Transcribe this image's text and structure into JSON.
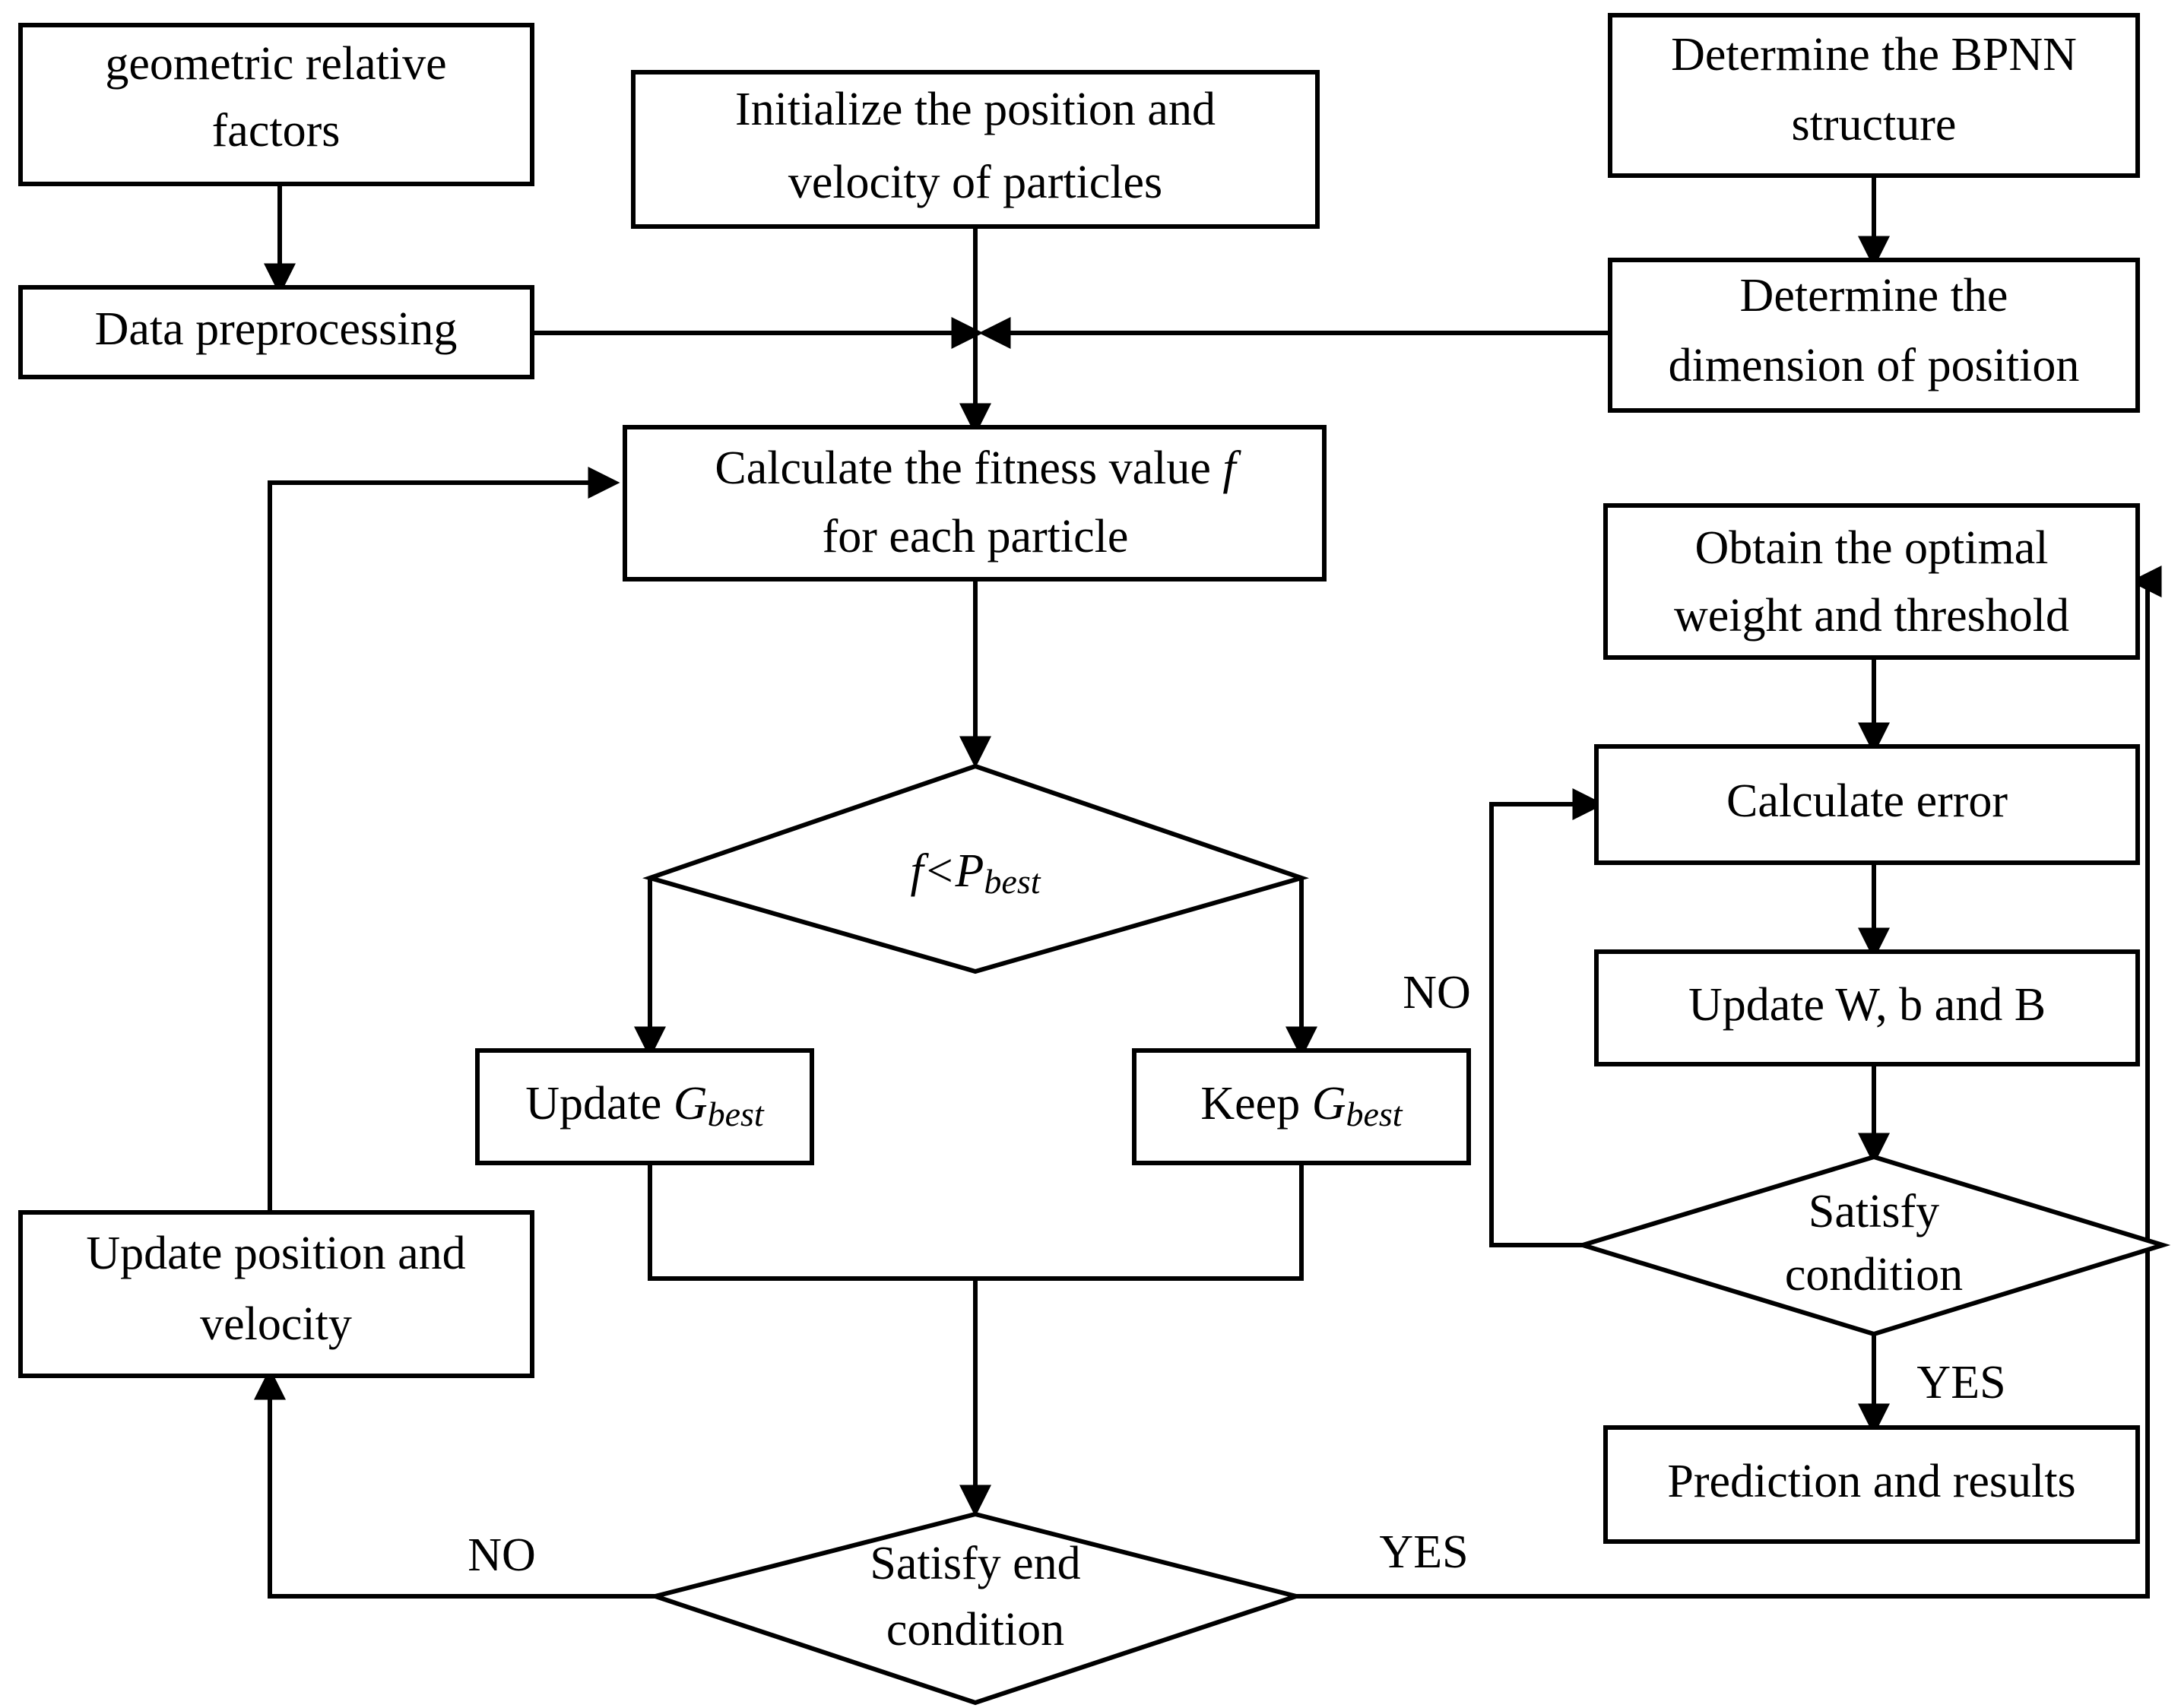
{
  "diagram": {
    "title": "PSO-BPNN hybrid algorithm flowchart",
    "background": "#ffffff",
    "line_color": "#000000",
    "nodes": {
      "geometric_relative_factors": {
        "lines": [
          "geometric relative",
          "factors"
        ],
        "shape": "rect"
      },
      "data_preprocessing": {
        "lines": [
          "Data preprocessing"
        ],
        "shape": "rect"
      },
      "initialize_particles": {
        "lines": [
          "Initialize the position and",
          "velocity of particles"
        ],
        "shape": "rect"
      },
      "determine_bpnn_structure": {
        "lines": [
          "Determine the BPNN",
          "structure"
        ],
        "shape": "rect"
      },
      "determine_dimension": {
        "lines": [
          "Determine the",
          "dimension of position"
        ],
        "shape": "rect"
      },
      "calculate_fitness": {
        "lines": [
          "Calculate the fitness value f",
          "for each particle"
        ],
        "shape": "rect",
        "line1_plain": "Calculate the fitness value ",
        "line1_italic": "f",
        "line2": "for each particle"
      },
      "f_less_pbest": {
        "shape": "diamond",
        "expr_main": "f<P",
        "expr_sub": "best"
      },
      "update_gbest": {
        "shape": "rect",
        "plain": "Update ",
        "italic": "G",
        "sub": "best"
      },
      "keep_gbest": {
        "shape": "rect",
        "plain": "Keep ",
        "italic": "G",
        "sub": "best"
      },
      "update_position_velocity": {
        "lines": [
          "Update position and",
          "velocity"
        ],
        "shape": "rect"
      },
      "satisfy_end_condition": {
        "lines": [
          "Satisfy end",
          "condition"
        ],
        "shape": "diamond"
      },
      "obtain_optimal_weight": {
        "lines": [
          "Obtain the optimal",
          "weight and threshold"
        ],
        "shape": "rect"
      },
      "calculate_error": {
        "lines": [
          "Calculate error"
        ],
        "shape": "rect"
      },
      "update_w_b_B": {
        "lines": [
          "Update W, b and B"
        ],
        "shape": "rect"
      },
      "satisfy_condition": {
        "lines": [
          "Satisfy",
          "condition"
        ],
        "shape": "diamond"
      },
      "prediction_and_results": {
        "lines": [
          "Prediction and results"
        ],
        "shape": "rect"
      }
    },
    "edge_labels": {
      "no_right_loop": "NO",
      "yes_right_branch": "YES",
      "no_bottom_left": "NO",
      "yes_bottom_right": "YES"
    }
  }
}
